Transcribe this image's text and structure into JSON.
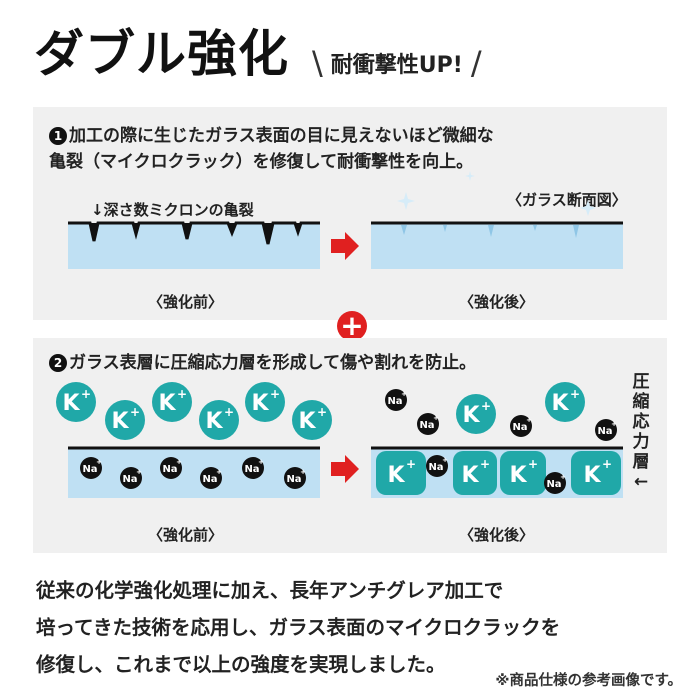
{
  "header": {
    "title": "ダブル強化",
    "slogan": "耐衝撃性UP!",
    "slash_left": "\\",
    "slash_right": "/"
  },
  "section1": {
    "number": "1",
    "text_line1": "加工の際に生じたガラス表面の目に見えないほど微細な",
    "text_line2": "亀裂（マイクロクラック）を修復して耐衝撃性を向上。",
    "crack_label": "↓深さ数ミクロンの亀裂",
    "section_label": "〈ガラス断面図〉",
    "before_caption": "〈強化前〉",
    "after_caption": "〈強化後〉"
  },
  "plus_symbol": "+",
  "section2": {
    "number": "2",
    "text": "ガラス表層に圧縮応力層を形成して傷や割れを防止。",
    "k_ion_label": "K",
    "na_ion_label": "Na",
    "ion_charge": "+",
    "vertical_label": [
      "圧",
      "縮",
      "応",
      "力",
      "層"
    ],
    "vertical_arrow": "←",
    "before_caption": "〈強化前〉",
    "after_caption": "〈強化後〉"
  },
  "body": {
    "line1": "従来の化学強化処理に加え、長年アンチグレア加工で",
    "line2": "培ってきた技術を応用し、ガラス表面のマイクロクラックを",
    "line3": "修復し、これまで以上の強度を実現しました。"
  },
  "footnote": "※商品仕様の参考画像です。",
  "colors": {
    "glass": "#bfe0f3",
    "ion_k": "#20a8a8",
    "ion_na": "#111111",
    "accent_red": "#e02020",
    "panel_bg": "#f0f0f0"
  }
}
